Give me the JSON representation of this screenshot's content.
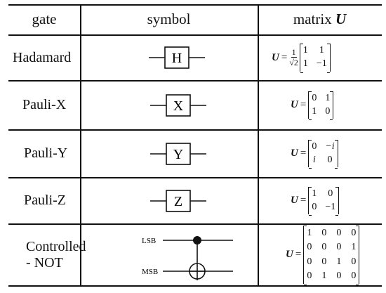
{
  "headers": {
    "gate": "gate",
    "symbol": "symbol",
    "matrix_prefix": "matrix",
    "matrix_var": "U"
  },
  "rows": [
    {
      "name_lines": [
        "Hadamard"
      ],
      "symbol_label": "H",
      "matrix": {
        "prefix_num": "1",
        "prefix_den": "√2",
        "cols": 2,
        "cells": [
          "1",
          "1",
          "1",
          "−1"
        ]
      }
    },
    {
      "name_lines": [
        "Pauli-X"
      ],
      "symbol_label": "X",
      "matrix": {
        "cols": 2,
        "cells": [
          "0",
          "1",
          "1",
          "0"
        ]
      }
    },
    {
      "name_lines": [
        "Pauli-Y"
      ],
      "symbol_label": "Y",
      "matrix": {
        "cols": 2,
        "cells": [
          "0",
          "−i",
          "i",
          "0"
        ]
      }
    },
    {
      "name_lines": [
        "Pauli-Z"
      ],
      "symbol_label": "Z",
      "matrix": {
        "cols": 2,
        "cells": [
          "1",
          "0",
          "0",
          "−1"
        ]
      }
    },
    {
      "name_lines": [
        "Controlled",
        "- NOT"
      ],
      "cnot": {
        "top_label": "LSB",
        "bottom_label": "MSB"
      },
      "matrix": {
        "cols": 4,
        "cells": [
          "1",
          "0",
          "0",
          "0",
          "0",
          "0",
          "0",
          "1",
          "0",
          "0",
          "1",
          "0",
          "0",
          "1",
          "0",
          "0"
        ]
      }
    }
  ],
  "matrix_symbol": "U",
  "equals": "="
}
